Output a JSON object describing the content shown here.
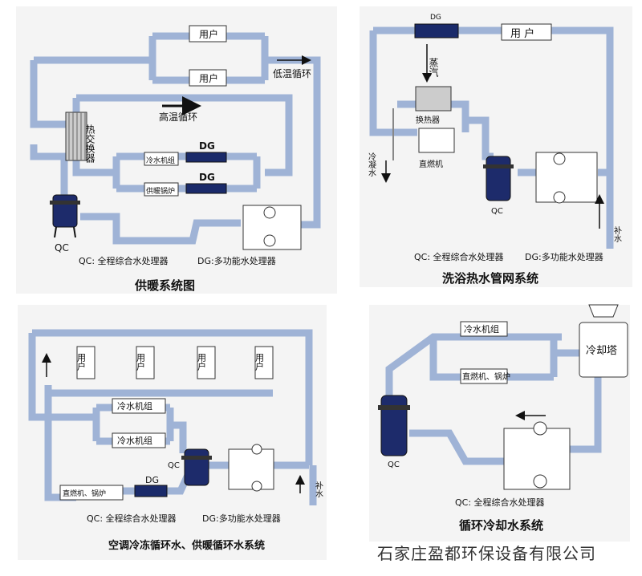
{
  "diagrams": {
    "heating": {
      "title": "供暖系统图",
      "user_1": "用户",
      "user_2": "用户",
      "low_temp_loop": "低温循环",
      "high_temp_loop": "高温循环",
      "heat_exchanger": "热交换器",
      "chiller": "冷水机组",
      "boiler": "供暖锅炉",
      "dg_1": "DG",
      "dg_2": "DG",
      "qc": "QC",
      "legend_qc": "QC: 全程综合水处理器",
      "legend_dg": "DG:多功能水处理器"
    },
    "shower": {
      "title": "洗浴热水管网系统",
      "dg": "DG",
      "user": "用 户",
      "steam": "蒸汽",
      "exchanger": "换热器",
      "direct_fired": "直燃机",
      "condensate": "冷凝水",
      "makeup": "补水",
      "qc": "QC",
      "legend_qc": "QC: 全程综合水处理器",
      "legend_dg": "DG:多功能水处理器"
    },
    "ac": {
      "title": "空调冷冻循环水、供暖循环水系统",
      "users": [
        "用户",
        "用户",
        "用户",
        "用户"
      ],
      "chiller_1": "冷水机组",
      "chiller_2": "冷水机组",
      "direct_boiler": "直燃机、锅炉",
      "dg": "DG",
      "qc": "QC",
      "makeup": "补水",
      "legend_qc": "QC: 全程综合水处理器",
      "legend_dg": "DG:多功能水处理器"
    },
    "cooling": {
      "title": "循环冷却水系统",
      "chiller": "冷水机组",
      "direct_boiler": "直燃机、锅炉",
      "tower": "冷却塔",
      "qc": "QC",
      "legend_qc": "QC: 全程综合水处理器"
    }
  },
  "company": "石家庄盈都环保设备有限公司"
}
